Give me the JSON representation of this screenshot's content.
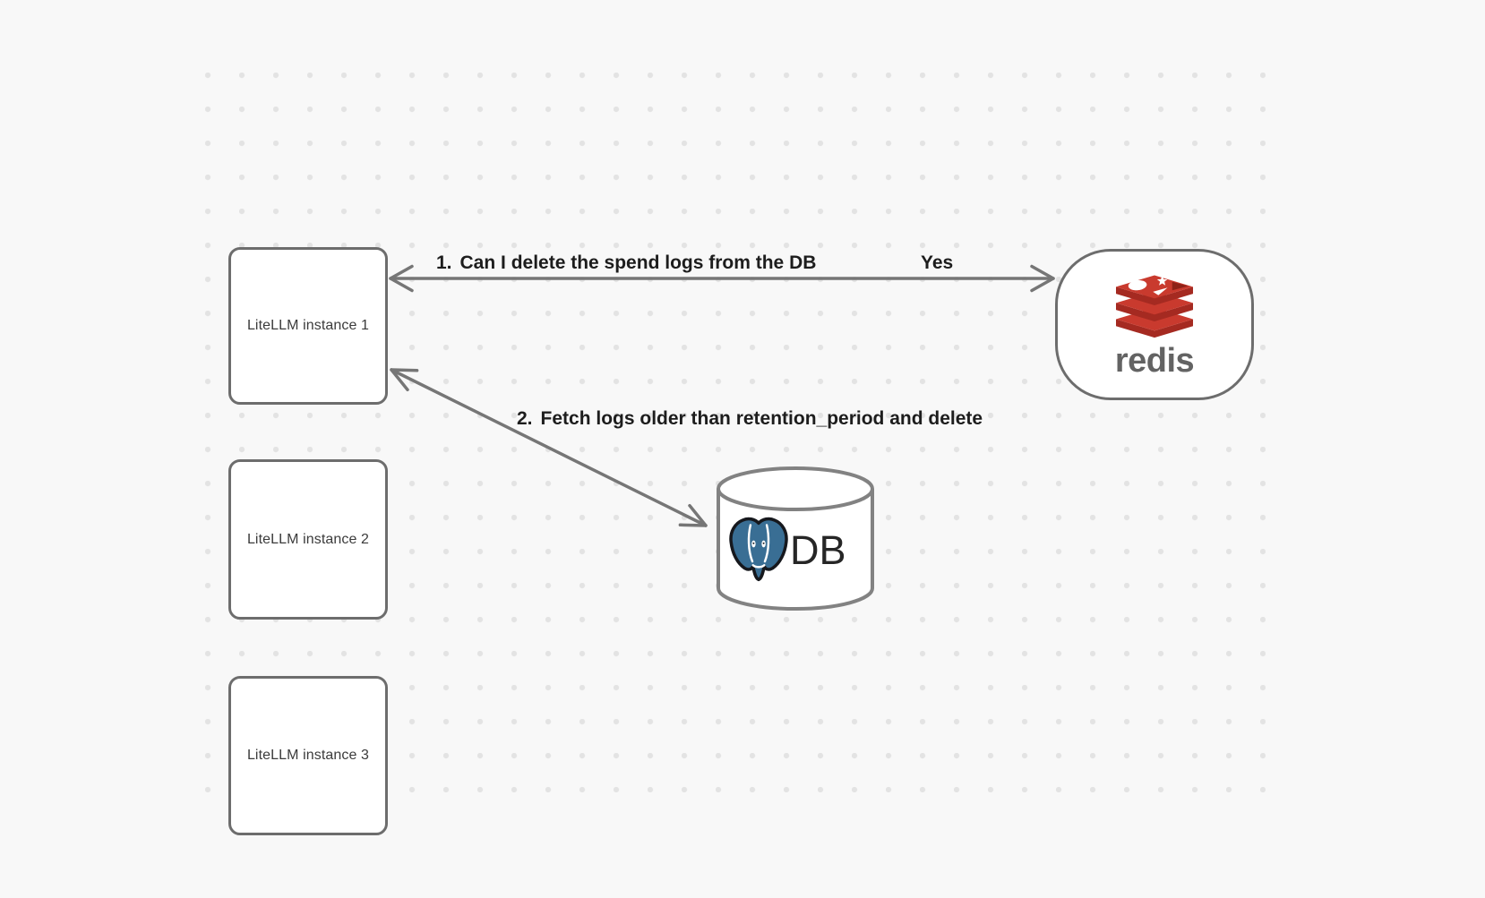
{
  "canvas": {
    "background_color": "#f8f8f8",
    "dot_color": "#e3e3e3"
  },
  "colors": {
    "node_border": "#6d6d6d",
    "arrow": "#767676",
    "edge_label_text": "#1d1d1d",
    "node_label_text": "#3b3b3b",
    "redis_red_bright": "#C93A2E",
    "redis_red_dark": "#A52A21",
    "redis_wordmark_gray": "#636363",
    "postgres_blue": "#396e94",
    "db_text": "#262626"
  },
  "nodes": {
    "instance1": {
      "label": "LiteLLM instance 1"
    },
    "instance2": {
      "label": "LiteLLM instance 2"
    },
    "instance3": {
      "label": "LiteLLM instance 3"
    },
    "redis": {
      "wordmark": "redis",
      "icon": "redis-stack-icon"
    },
    "db": {
      "label": "DB",
      "icon": "postgresql-elephant-icon",
      "shape": "database-cylinder"
    }
  },
  "edges": {
    "edge1": {
      "number": "1.",
      "label": "Can I delete the spend logs from the DB",
      "response": "Yes",
      "from": "LiteLLM instance 1",
      "to": "redis",
      "style": "double-headed-arrow"
    },
    "edge2": {
      "number": "2.",
      "label": "Fetch logs older than retention_period and delete",
      "from": "LiteLLM instance 1",
      "to": "DB",
      "style": "double-headed-arrow"
    }
  }
}
